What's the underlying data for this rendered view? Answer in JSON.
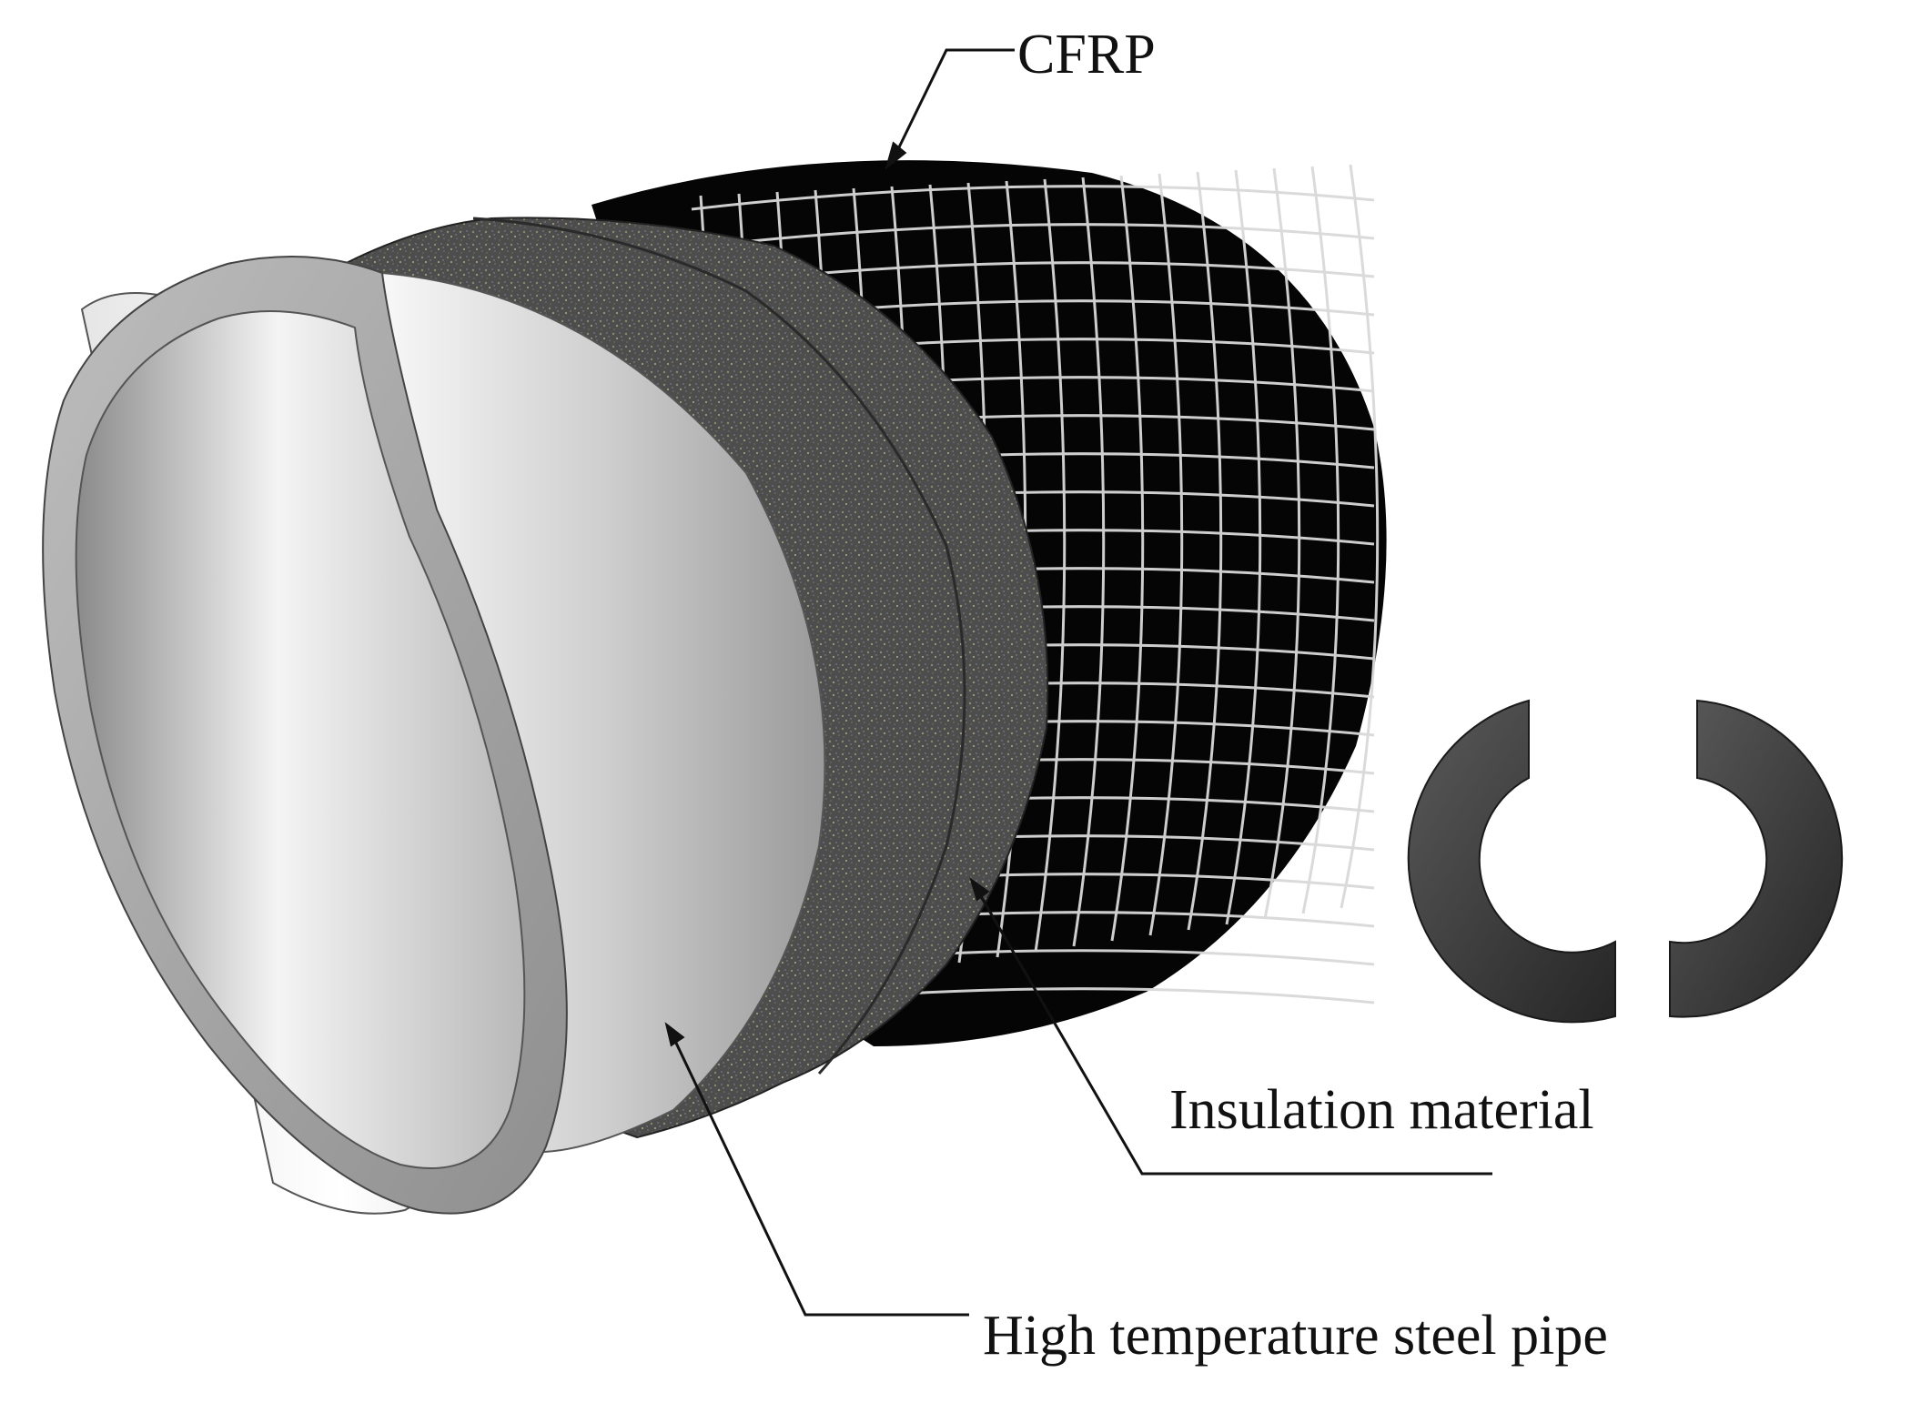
{
  "labels": {
    "cfrp": "CFRP",
    "insulation": "Insulation material",
    "steel_pipe": "High temperature steel pipe"
  },
  "colors": {
    "background": "#ffffff",
    "steel_light": "#f2f2f2",
    "steel_dark": "#8a8a8a",
    "insulation": "#4f4f4f",
    "cfrp_fill": "#050505",
    "cfrp_grid": "#d9d9d9",
    "leader_line": "#111111"
  },
  "icons": {
    "steel_pipe": "steel-pipe-icon",
    "insulation_layer": "insulation-layer-icon",
    "cfrp_wrap": "cfrp-grid-wrap-icon",
    "split_insulation_rings": "split-ring-icon"
  }
}
